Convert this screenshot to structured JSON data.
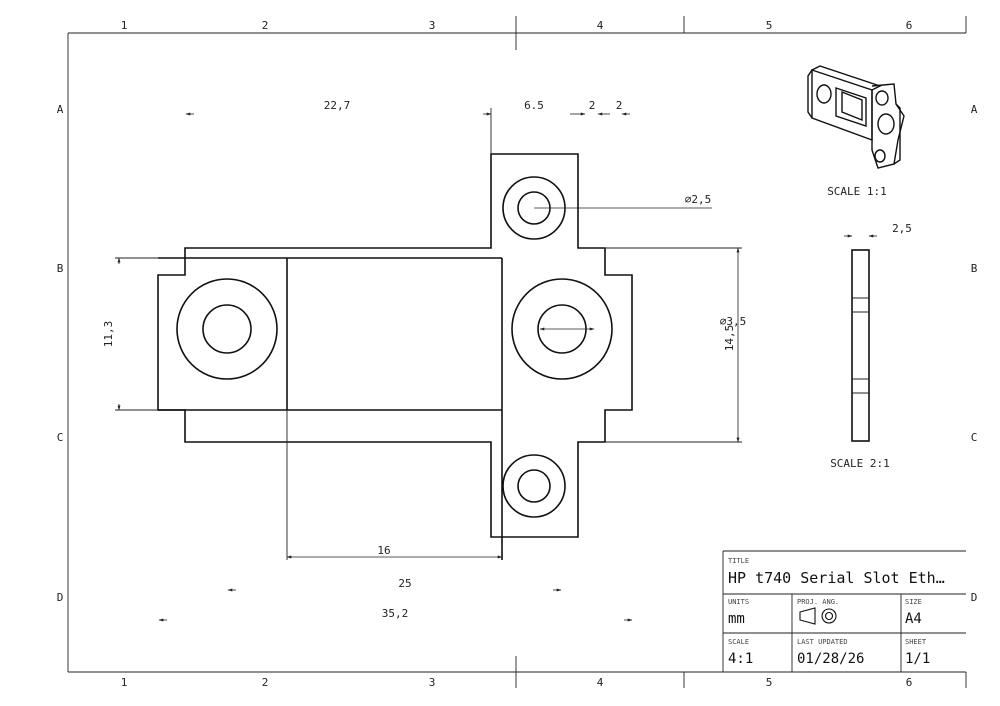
{
  "border": {
    "columns": [
      "1",
      "2",
      "3",
      "4",
      "5",
      "6"
    ],
    "rows": [
      "A",
      "B",
      "C",
      "D"
    ]
  },
  "dimensions": {
    "d_22_7": "22,7",
    "d_6_5": "6.5",
    "d_2a": "2",
    "d_2b": "2",
    "d_hole_small": "⌀2,5",
    "d_hole_large": "⌀3,5",
    "d_11_3": "11,3",
    "d_14_5": "14,5",
    "d_16": "16",
    "d_25": "25",
    "d_35_2": "35,2",
    "d_side_2_5": "2,5"
  },
  "views": {
    "iso_scale": "SCALE 1:1",
    "side_scale": "SCALE 2:1"
  },
  "title_block": {
    "title_label": "TITLE",
    "title": "HP t740 Serial Slot Eth…",
    "units_label": "UNITS",
    "units": "mm",
    "proj_label": "PROJ. ANG.",
    "size_label": "SIZE",
    "size": "A4",
    "scale_label": "SCALE",
    "scale": "4:1",
    "updated_label": "LAST UPDATED",
    "updated": "01/28/26",
    "sheet_label": "SHEET",
    "sheet": "1/1"
  },
  "icons": {
    "projection": "third-angle-projection-icon",
    "iso_view": "isometric-part-icon"
  }
}
